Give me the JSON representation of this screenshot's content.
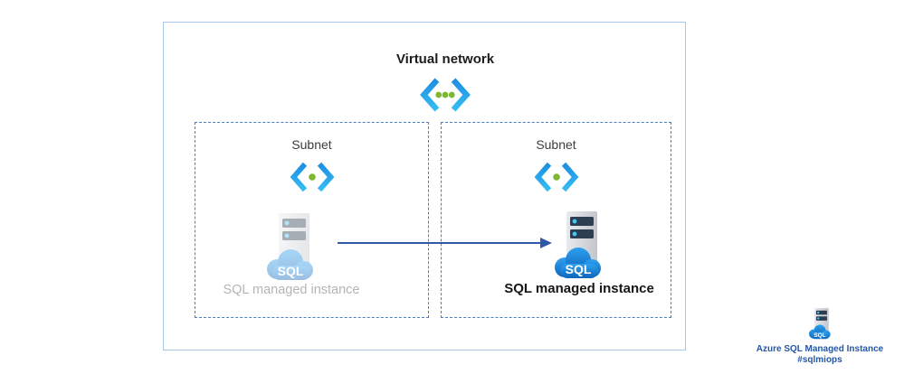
{
  "diagram": {
    "title": "Virtual network",
    "subnets": [
      {
        "label": "Subnet",
        "instance_label": "SQL managed instance"
      },
      {
        "label": "Subnet",
        "instance_label": "SQL managed instance"
      }
    ],
    "sql_icon_text": "SQL",
    "badge": {
      "title": "Azure SQL Managed Instance",
      "hashtag": "#sqlmiops"
    }
  },
  "colors": {
    "outer_border": "#a9c7e8",
    "dashed_border": "#4d7ebd",
    "arrow": "#3158a8",
    "chevron_gradient_top": "#1d8fe1",
    "chevron_gradient_bottom": "#35bdf2",
    "dot_green": "#7cb82f",
    "server_bar": "#2d3e50",
    "bar_dot": "#45c6f4",
    "cloud_gradient_top": "#2da0ef",
    "cloud_gradient_bottom": "#0e65ba",
    "sql_text_color": "#ffffff",
    "faded_label": "#b5b5b5",
    "instance_label": "#161616",
    "badge_text": "#2456a8"
  }
}
